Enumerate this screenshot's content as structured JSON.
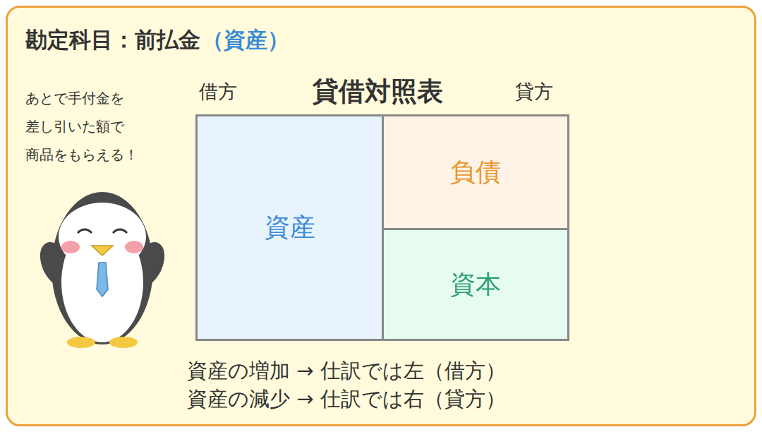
{
  "diagram": {
    "title": "勘定科目：前払金",
    "nodes": [
      {
        "text": [
          "貸借対照表"
        ]
      },
      {
        "text": [
          "資産"
        ],
        "in": 0
      },
      {
        "text": [
          "負債"
        ],
        "in": 0
      },
      {
        "text": [
          "資本"
        ],
        "in": 0
      }
    ],
    "labels": [
      "（資産）",
      "借方",
      "貸方",
      "あとで手付金を",
      "差し引いた額で",
      "商品をもらえる！",
      "資産の増加 → 仕訳では左（借方）",
      "資産の減少 → 仕訳では右（貸方）"
    ]
  }
}
